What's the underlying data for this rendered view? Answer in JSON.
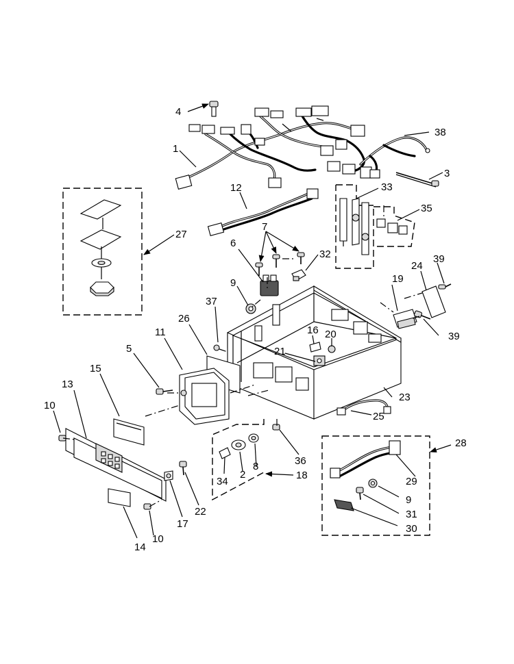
{
  "diagram": {
    "callouts": [
      {
        "id": "c1",
        "text": "1"
      },
      {
        "id": "c2",
        "text": "2"
      },
      {
        "id": "c3",
        "text": "3"
      },
      {
        "id": "c4",
        "text": "4"
      },
      {
        "id": "c5",
        "text": "5"
      },
      {
        "id": "c6",
        "text": "6"
      },
      {
        "id": "c7",
        "text": "7"
      },
      {
        "id": "c8",
        "text": "8"
      },
      {
        "id": "c9a",
        "text": "9"
      },
      {
        "id": "c9b",
        "text": "9"
      },
      {
        "id": "c10a",
        "text": "10"
      },
      {
        "id": "c10b",
        "text": "10"
      },
      {
        "id": "c11",
        "text": "11"
      },
      {
        "id": "c12",
        "text": "12"
      },
      {
        "id": "c13",
        "text": "13"
      },
      {
        "id": "c14",
        "text": "14"
      },
      {
        "id": "c15",
        "text": "15"
      },
      {
        "id": "c16",
        "text": "16"
      },
      {
        "id": "c17",
        "text": "17"
      },
      {
        "id": "c18",
        "text": "18"
      },
      {
        "id": "c19",
        "text": "19"
      },
      {
        "id": "c20",
        "text": "20"
      },
      {
        "id": "c21",
        "text": "21"
      },
      {
        "id": "c22",
        "text": "22"
      },
      {
        "id": "c23",
        "text": "23"
      },
      {
        "id": "c24",
        "text": "24"
      },
      {
        "id": "c25",
        "text": "25"
      },
      {
        "id": "c26",
        "text": "26"
      },
      {
        "id": "c27",
        "text": "27"
      },
      {
        "id": "c28",
        "text": "28"
      },
      {
        "id": "c29",
        "text": "29"
      },
      {
        "id": "c30",
        "text": "30"
      },
      {
        "id": "c31",
        "text": "31"
      },
      {
        "id": "c32",
        "text": "32"
      },
      {
        "id": "c33",
        "text": "33"
      },
      {
        "id": "c34",
        "text": "34"
      },
      {
        "id": "c35",
        "text": "35"
      },
      {
        "id": "c36",
        "text": "36"
      },
      {
        "id": "c37",
        "text": "37"
      },
      {
        "id": "c38",
        "text": "38"
      },
      {
        "id": "c39a",
        "text": "39"
      },
      {
        "id": "c39b",
        "text": "39"
      }
    ]
  }
}
